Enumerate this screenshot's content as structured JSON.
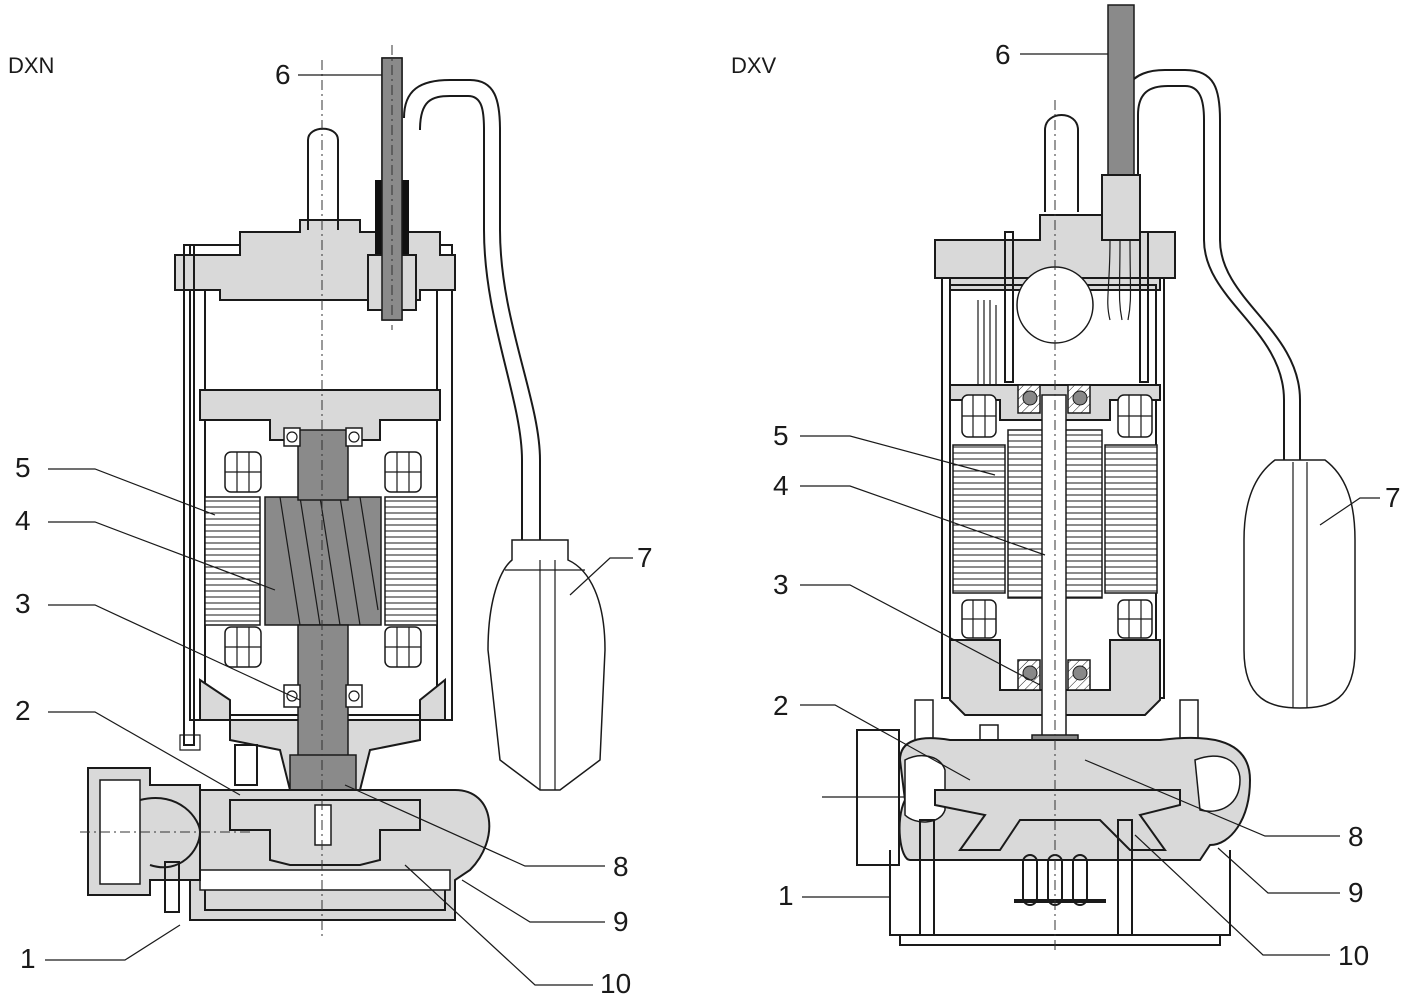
{
  "diagrams": [
    {
      "title": "DXN",
      "callouts": [
        {
          "id": "1",
          "label": "1"
        },
        {
          "id": "2",
          "label": "2"
        },
        {
          "id": "3",
          "label": "3"
        },
        {
          "id": "4",
          "label": "4"
        },
        {
          "id": "5",
          "label": "5"
        },
        {
          "id": "6",
          "label": "6"
        },
        {
          "id": "7",
          "label": "7"
        },
        {
          "id": "8",
          "label": "8"
        },
        {
          "id": "9",
          "label": "9"
        },
        {
          "id": "10",
          "label": "10"
        }
      ]
    },
    {
      "title": "DXV",
      "callouts": [
        {
          "id": "1",
          "label": "1"
        },
        {
          "id": "2",
          "label": "2"
        },
        {
          "id": "3",
          "label": "3"
        },
        {
          "id": "4",
          "label": "4"
        },
        {
          "id": "5",
          "label": "5"
        },
        {
          "id": "6",
          "label": "6"
        },
        {
          "id": "7",
          "label": "7"
        },
        {
          "id": "8",
          "label": "8"
        },
        {
          "id": "9",
          "label": "9"
        },
        {
          "id": "10",
          "label": "10"
        }
      ]
    }
  ]
}
